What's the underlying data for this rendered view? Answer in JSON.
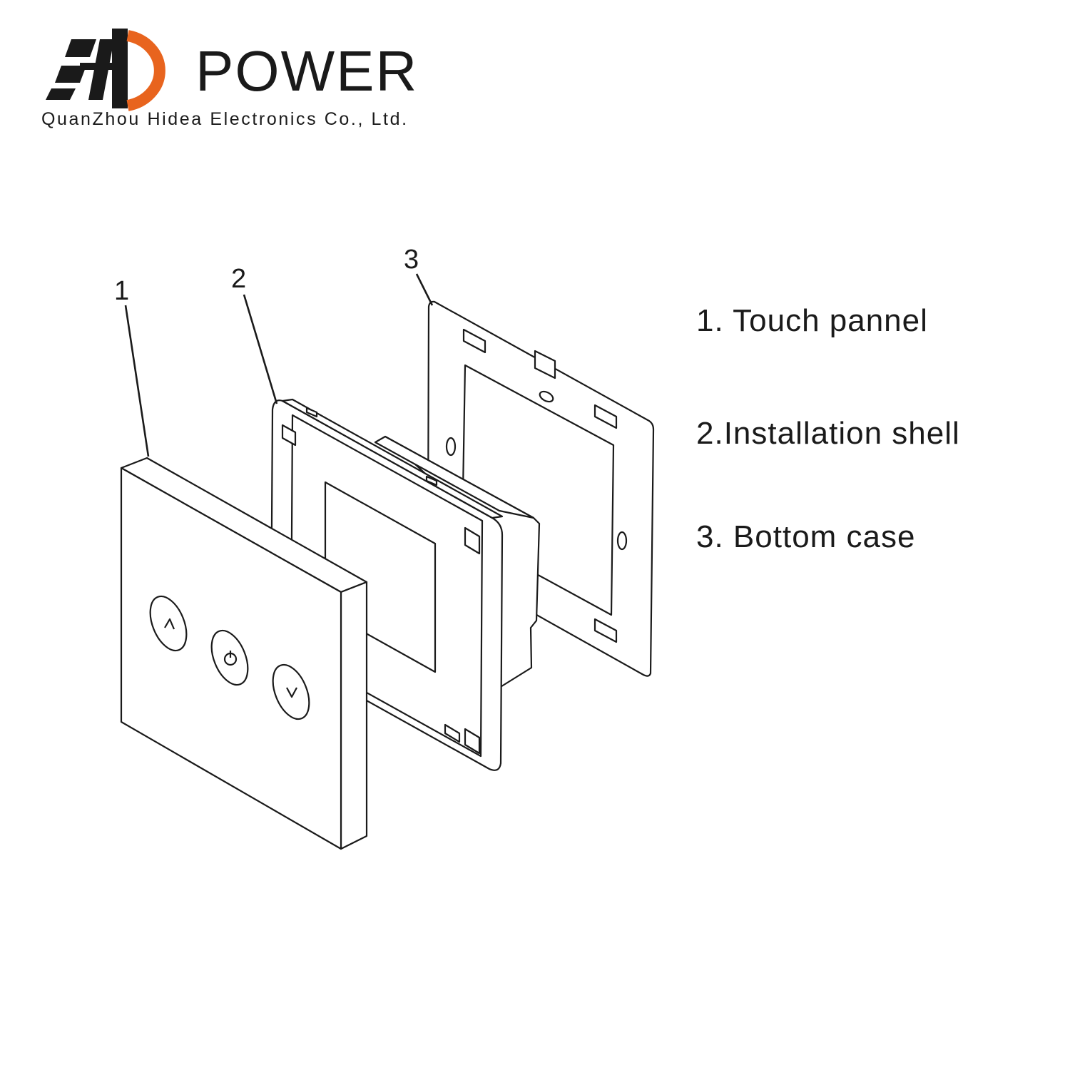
{
  "brand": {
    "logo_text": "POWER",
    "company_name": "QuanZhou Hidea Electronics Co., Ltd.",
    "colors": {
      "dark": "#1a1a1a",
      "accent": "#e8641e"
    }
  },
  "diagram": {
    "callouts": [
      "1",
      "2",
      "3"
    ],
    "legend": [
      "1. Touch pannel",
      "2.Installation shell",
      "3. Bottom case"
    ]
  }
}
